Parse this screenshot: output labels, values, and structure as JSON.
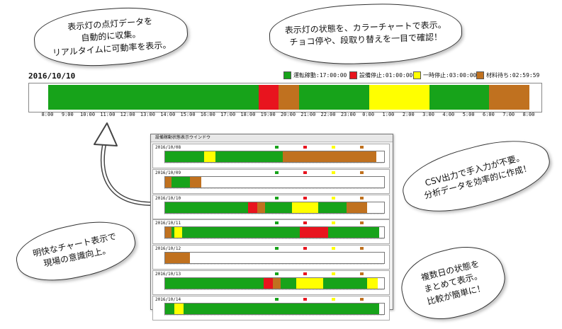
{
  "bubbles": {
    "top_left": "表示灯の点灯データを\n自動的に収集。\nリアルタイムに可動率を表示。",
    "top_right": "表示灯の状態を、カラーチャートで表示。\nチョコ停や、段取り替えを一目で確認！",
    "right_csv": "CSV出力で手入力が不要。\n分析データを効率的に作成！",
    "bottom_left": "明快なチャート表示で\n現場の意識向上。",
    "bottom_right": "複数日の状態を\nまとめて表示。\n比較が簡単に！"
  },
  "main_chart": {
    "date": "2016/10/10",
    "legend": [
      {
        "label": "運転稼動:17:00:00",
        "color": "#17a31a"
      },
      {
        "label": "設備停止:01:00:00",
        "color": "#e8141e"
      },
      {
        "label": "一時停止:03:00:00",
        "color": "#ffff00"
      },
      {
        "label": "材料待ち:02:59:59",
        "color": "#c0711f"
      }
    ],
    "ticks": [
      "8:00",
      "9:00",
      "10:00",
      "11:00",
      "12:00",
      "13:00",
      "14:00",
      "15:00",
      "16:00",
      "17:00",
      "18:00",
      "19:00",
      "20:00",
      "21:00",
      "22:00",
      "23:00",
      "0:00",
      "1:00",
      "2:00",
      "3:00",
      "4:00",
      "5:00",
      "6:00",
      "7:00",
      "8:00"
    ],
    "segments": [
      {
        "start": 0,
        "end": 10.5,
        "color": "#17a31a"
      },
      {
        "start": 10.5,
        "end": 11.5,
        "color": "#e8141e"
      },
      {
        "start": 11.5,
        "end": 12.5,
        "color": "#c0711f"
      },
      {
        "start": 12.5,
        "end": 16,
        "color": "#17a31a"
      },
      {
        "start": 16,
        "end": 19,
        "color": "#ffff00"
      },
      {
        "start": 19,
        "end": 22,
        "color": "#17a31a"
      },
      {
        "start": 22,
        "end": 24,
        "color": "#c0711f"
      }
    ]
  },
  "window": {
    "title": "設備稼動状態表示ウインドウ",
    "legend_colors": [
      "#17a31a",
      "#e8141e",
      "#ffff00",
      "#c0711f"
    ],
    "rows": [
      {
        "date": "2016/10/08",
        "segments": [
          {
            "start": 0,
            "end": 2.5,
            "color": "#17a31a"
          },
          {
            "start": 2.5,
            "end": 3.2,
            "color": "#ffff00"
          },
          {
            "start": 3.2,
            "end": 7.5,
            "color": "#17a31a"
          },
          {
            "start": 7.5,
            "end": 13.5,
            "color": "#c0711f"
          }
        ]
      },
      {
        "date": "2016/10/09",
        "segments": [
          {
            "start": 0,
            "end": 0.4,
            "color": "#c0711f"
          },
          {
            "start": 0.4,
            "end": 1.6,
            "color": "#17a31a"
          },
          {
            "start": 1.6,
            "end": 2.3,
            "color": "#c0711f"
          }
        ]
      },
      {
        "date": "2016/10/10",
        "segments": [
          {
            "start": 0,
            "end": 5.3,
            "color": "#17a31a"
          },
          {
            "start": 5.3,
            "end": 5.9,
            "color": "#e8141e"
          },
          {
            "start": 5.9,
            "end": 6.4,
            "color": "#c0711f"
          },
          {
            "start": 6.4,
            "end": 8.1,
            "color": "#17a31a"
          },
          {
            "start": 8.1,
            "end": 9.8,
            "color": "#ffff00"
          },
          {
            "start": 9.8,
            "end": 11.6,
            "color": "#17a31a"
          },
          {
            "start": 11.6,
            "end": 12.9,
            "color": "#c0711f"
          }
        ]
      },
      {
        "date": "2016/10/11",
        "segments": [
          {
            "start": 0,
            "end": 0.4,
            "color": "#c0711f"
          },
          {
            "start": 0.4,
            "end": 0.6,
            "color": "#17a31a"
          },
          {
            "start": 0.6,
            "end": 1.1,
            "color": "#ffff00"
          },
          {
            "start": 1.1,
            "end": 8.6,
            "color": "#17a31a"
          },
          {
            "start": 8.6,
            "end": 10.4,
            "color": "#e8141e"
          },
          {
            "start": 10.4,
            "end": 13.7,
            "color": "#17a31a"
          }
        ]
      },
      {
        "date": "2016/10/12",
        "segments": [
          {
            "start": 0,
            "end": 1.6,
            "color": "#c0711f"
          }
        ]
      },
      {
        "date": "2016/10/13",
        "segments": [
          {
            "start": 0,
            "end": 6.3,
            "color": "#17a31a"
          },
          {
            "start": 6.3,
            "end": 6.9,
            "color": "#e8141e"
          },
          {
            "start": 6.9,
            "end": 7.4,
            "color": "#c0711f"
          },
          {
            "start": 7.4,
            "end": 8.4,
            "color": "#17a31a"
          },
          {
            "start": 8.4,
            "end": 10.1,
            "color": "#ffff00"
          },
          {
            "start": 10.1,
            "end": 12.9,
            "color": "#17a31a"
          },
          {
            "start": 12.9,
            "end": 13.6,
            "color": "#ffff00"
          }
        ]
      },
      {
        "date": "2016/10/14",
        "segments": [
          {
            "start": 0,
            "end": 0.6,
            "color": "#17a31a"
          },
          {
            "start": 0.6,
            "end": 1.2,
            "color": "#ffff00"
          },
          {
            "start": 1.2,
            "end": 13.7,
            "color": "#17a31a"
          }
        ]
      }
    ]
  }
}
